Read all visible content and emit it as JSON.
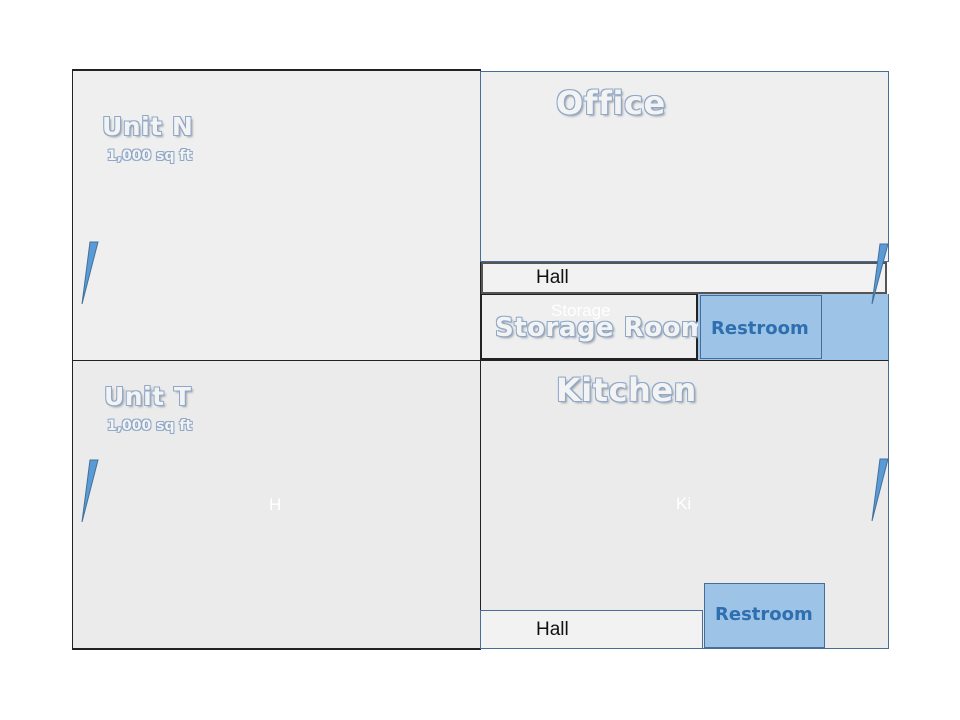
{
  "colors": {
    "room_fill": "#efefef",
    "room_fill_alt": "#ebebeb",
    "restroom_fill": "#9dc3e6",
    "door_fill": "#5b9bd5",
    "wall": "#222222",
    "thin_wall": "#4a6c9a"
  },
  "rooms": {
    "unit_n": {
      "title": "Unit  N",
      "area": "1,000 sq ft"
    },
    "unit_t": {
      "title": "Unit  T",
      "area": "1,000 sq ft",
      "faint_label": "H"
    },
    "office": {
      "title": "Office"
    },
    "hall_upper": {
      "label": "Hall"
    },
    "storage": {
      "faint_label": "Storage",
      "title": "Storage Room"
    },
    "restroom_upper": {
      "label": "Restroom"
    },
    "kitchen": {
      "title": "Kitchen",
      "faint_label": "Ki"
    },
    "hall_lower": {
      "label": "Hall"
    },
    "restroom_lower": {
      "label": "Restroom"
    }
  },
  "icons": [
    "door-icon"
  ]
}
